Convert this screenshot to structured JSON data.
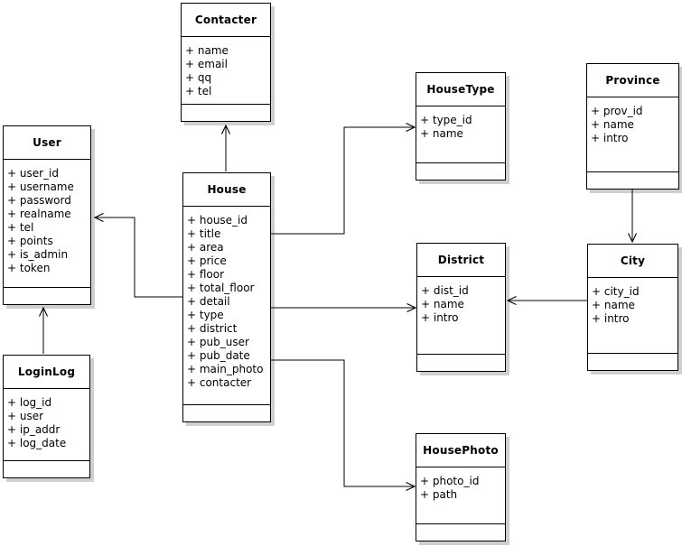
{
  "diagram": {
    "type": "uml-class-diagram",
    "colors": {
      "background": "#ffffff",
      "box_fill": "#ffffff",
      "box_border": "#000000",
      "line_color": "#000000",
      "shadow_color": "#cfcfcf"
    },
    "arrow_style": "open",
    "classes": [
      {
        "id": "contacter",
        "title": "Contacter",
        "attributes": [
          "+ name",
          "+ email",
          "+ qq",
          "+ tel"
        ]
      },
      {
        "id": "user",
        "title": "User",
        "attributes": [
          "+ user_id",
          "+ username",
          "+ password",
          "+ realname",
          "+ tel",
          "+ points",
          "+ is_admin",
          "+ token"
        ]
      },
      {
        "id": "house",
        "title": "House",
        "attributes": [
          "+ house_id",
          "+ title",
          "+ area",
          "+ price",
          "+ floor",
          "+ total_floor",
          "+ detail",
          "+ type",
          "+ district",
          "+ pub_user",
          "+ pub_date",
          "+ main_photo",
          "+ contacter"
        ]
      },
      {
        "id": "housetype",
        "title": "HouseType",
        "attributes": [
          "+ type_id",
          "+ name"
        ]
      },
      {
        "id": "province",
        "title": "Province",
        "attributes": [
          "+ prov_id",
          "+ name",
          "+ intro"
        ]
      },
      {
        "id": "district",
        "title": "District",
        "attributes": [
          "+ dist_id",
          "+ name",
          "+ intro"
        ]
      },
      {
        "id": "city",
        "title": "City",
        "attributes": [
          "+ city_id",
          "+ name",
          "+ intro"
        ]
      },
      {
        "id": "loginlog",
        "title": "LoginLog",
        "attributes": [
          "+ log_id",
          "+ user",
          "+ ip_addr",
          "+ log_date"
        ]
      },
      {
        "id": "housephoto",
        "title": "HousePhoto",
        "attributes": [
          "+ photo_id",
          "+ path"
        ]
      }
    ],
    "relations": [
      {
        "from": "House",
        "to": "Contacter"
      },
      {
        "from": "House",
        "to": "User"
      },
      {
        "from": "House",
        "to": "HouseType"
      },
      {
        "from": "House",
        "to": "District"
      },
      {
        "from": "House",
        "to": "HousePhoto"
      },
      {
        "from": "Province",
        "to": "City"
      },
      {
        "from": "City",
        "to": "District"
      },
      {
        "from": "LoginLog",
        "to": "User"
      }
    ]
  }
}
